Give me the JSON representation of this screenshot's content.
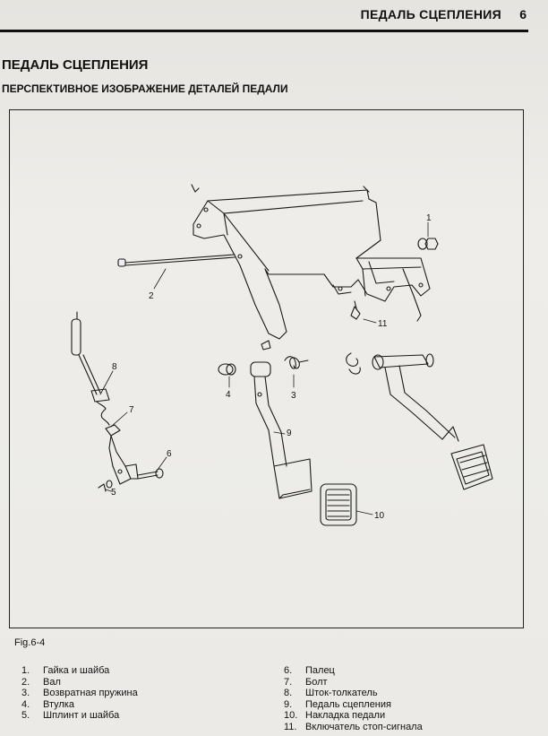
{
  "header": {
    "title": "ПЕДАЛЬ СЦЕПЛЕНИЯ",
    "page_number": "6"
  },
  "section_title": "ПЕДАЛЬ СЦЕПЛЕНИЯ",
  "subtitle": "ПЕРСПЕКТИВНОЕ ИЗОБРАЖЕНИЕ ДЕТАЛЕЙ ПЕДАЛИ",
  "figure": {
    "label": "Fig.6-4",
    "callouts": [
      "1",
      "2",
      "3",
      "4",
      "5",
      "6",
      "7",
      "8",
      "9",
      "10",
      "11"
    ]
  },
  "legend": {
    "left": [
      {
        "num": "1.",
        "text": "Гайка и шайба"
      },
      {
        "num": "2.",
        "text": "Вал"
      },
      {
        "num": "3.",
        "text": "Возвратная пружина"
      },
      {
        "num": "4.",
        "text": "Втулка"
      },
      {
        "num": "5.",
        "text": "Шплинт и шайба"
      }
    ],
    "right": [
      {
        "num": "6.",
        "text": "Палец"
      },
      {
        "num": "7.",
        "text": "Болт"
      },
      {
        "num": "8.",
        "text": "Шток-толкатель"
      },
      {
        "num": "9.",
        "text": "Педаль сцепления"
      },
      {
        "num": "10.",
        "text": "Накладка педали"
      },
      {
        "num": "11.",
        "text": "Включатель стоп-сигнала"
      }
    ]
  }
}
